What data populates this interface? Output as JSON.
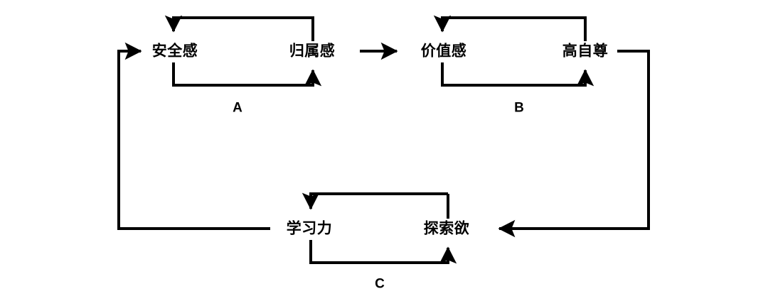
{
  "diagram": {
    "background_color": "#ffffff",
    "stroke_color": "#000000",
    "nodes": {
      "security": "安全感",
      "belonging": "归属感",
      "worth": "价值感",
      "self_esteem": "高自尊",
      "learning": "学习力",
      "curiosity": "探索欲"
    },
    "group_labels": {
      "a": "A",
      "b": "B",
      "c": "C"
    }
  }
}
